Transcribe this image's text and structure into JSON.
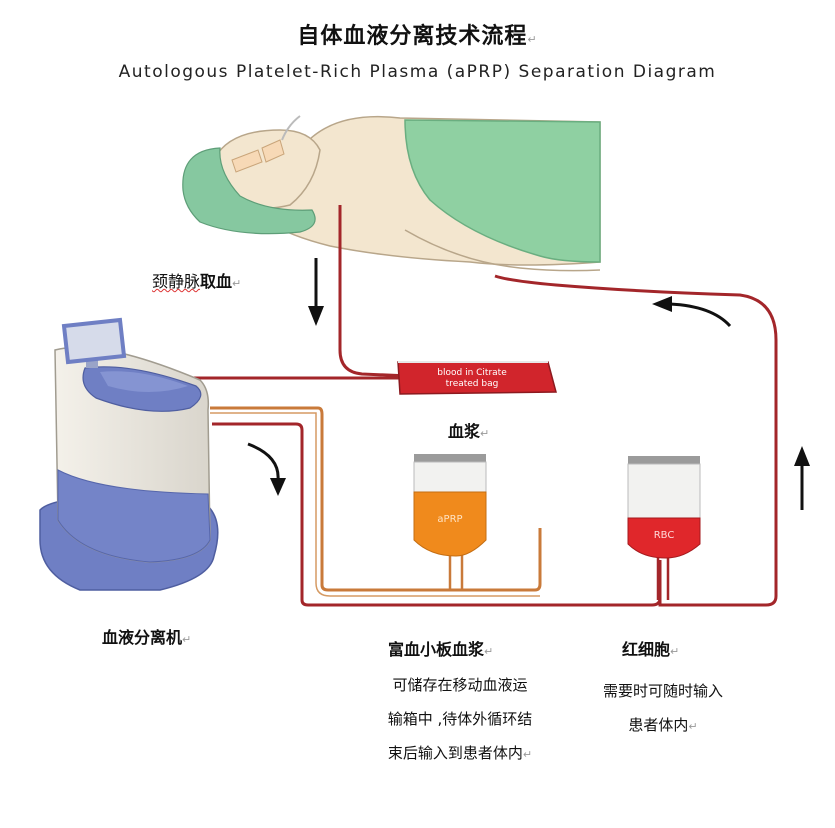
{
  "title_cn": "自体血液分离技术流程",
  "title_en": "Autologous Platelet-Rich Plasma (aPRP) Separation Diagram",
  "para_mark": "↵",
  "labels": {
    "jugular_prefix": "颈静脉",
    "jugular_suffix": "取血",
    "plasma": "血浆",
    "machine": "血液分离机",
    "prp": "富血小板血浆",
    "rbc": "红细胞"
  },
  "bag_labels": {
    "citrate_line1": "blood in Citrate",
    "citrate_line2": "treated bag",
    "aprp": "aPRP",
    "rbc": "RBC"
  },
  "descriptions": {
    "prp": [
      "可储存在移动血液运",
      "输箱中 ,待体外循环结",
      "束后输入到患者体内"
    ],
    "rbc": [
      "需要时可随时输入",
      "患者体内"
    ]
  },
  "colors": {
    "blood_tube": "#a3262a",
    "prp_tube": "#c97a3a",
    "drape": "#8fd0a2",
    "skin": "#f3e6cf",
    "machine_blue": "#6f7fc4",
    "aprp_orange": "#f08a1c",
    "rbc_red": "#e0272b"
  }
}
